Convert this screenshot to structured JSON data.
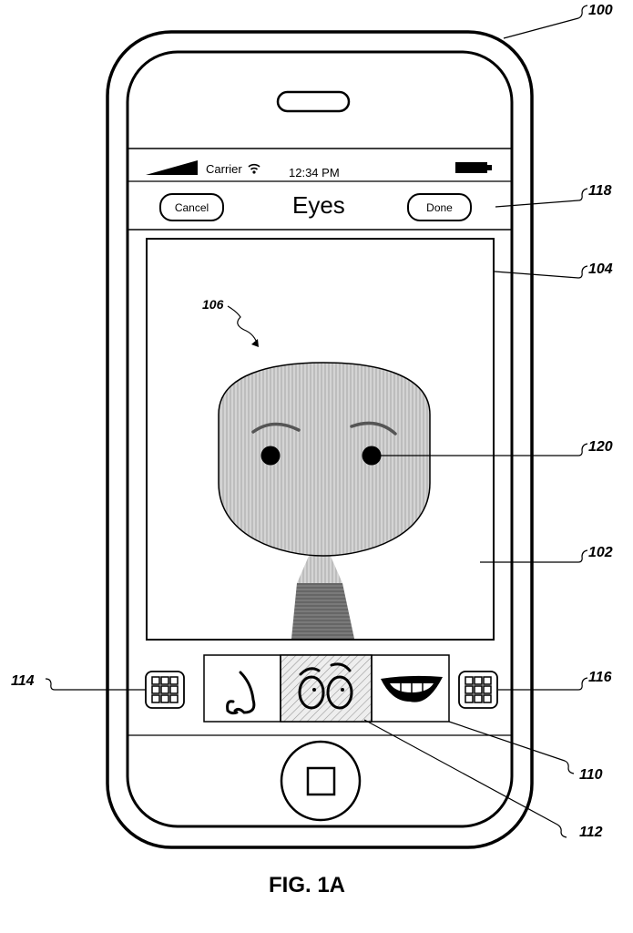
{
  "figure": {
    "caption": "FIG. 1A"
  },
  "device": {
    "status_bar": {
      "carrier": "Carrier",
      "time": "12:34 PM"
    },
    "nav_bar": {
      "title": "Eyes",
      "cancel_label": "Cancel",
      "done_label": "Done"
    },
    "selector": {
      "items": [
        {
          "name": "nose"
        },
        {
          "name": "eyes",
          "selected": true
        },
        {
          "name": "mouth"
        }
      ]
    }
  },
  "reference_numerals": {
    "device": "100",
    "display": "102",
    "canvas": "104",
    "avatar": "106",
    "selector_strip": "110",
    "selected_item": "112",
    "left_grid_button": "114",
    "right_grid_button": "116",
    "nav_bar": "118",
    "eye_feature": "120"
  }
}
